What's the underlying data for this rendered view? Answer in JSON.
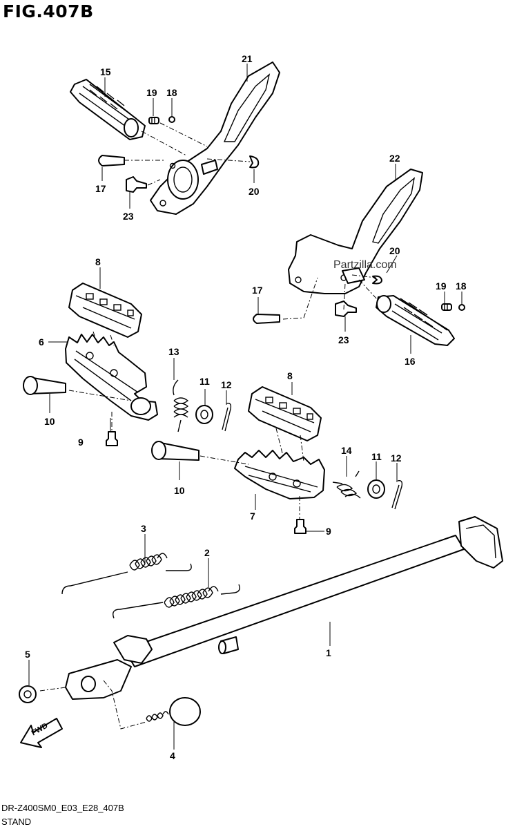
{
  "figure": {
    "title": "FIG.407B",
    "watermark": "Partzilla.com",
    "diagram_code": "DR-Z400SM0_E03_E28_407B",
    "section_name": "STAND",
    "fwd_label": "FWD"
  },
  "callouts": {
    "c1": "1",
    "c2": "2",
    "c3": "3",
    "c4": "4",
    "c5": "5",
    "c6": "6",
    "c7": "7",
    "c8a": "8",
    "c8b": "8",
    "c9a": "9",
    "c9b": "9",
    "c10a": "10",
    "c10b": "10",
    "c11a": "11",
    "c11b": "11",
    "c12a": "12",
    "c12b": "12",
    "c13": "13",
    "c14": "14",
    "c15": "15",
    "c16": "16",
    "c17a": "17",
    "c17b": "17",
    "c18a": "18",
    "c18b": "18",
    "c19a": "19",
    "c19b": "19",
    "c20a": "20",
    "c20b": "20",
    "c21": "21",
    "c22": "22",
    "c23a": "23",
    "c23b": "23"
  }
}
